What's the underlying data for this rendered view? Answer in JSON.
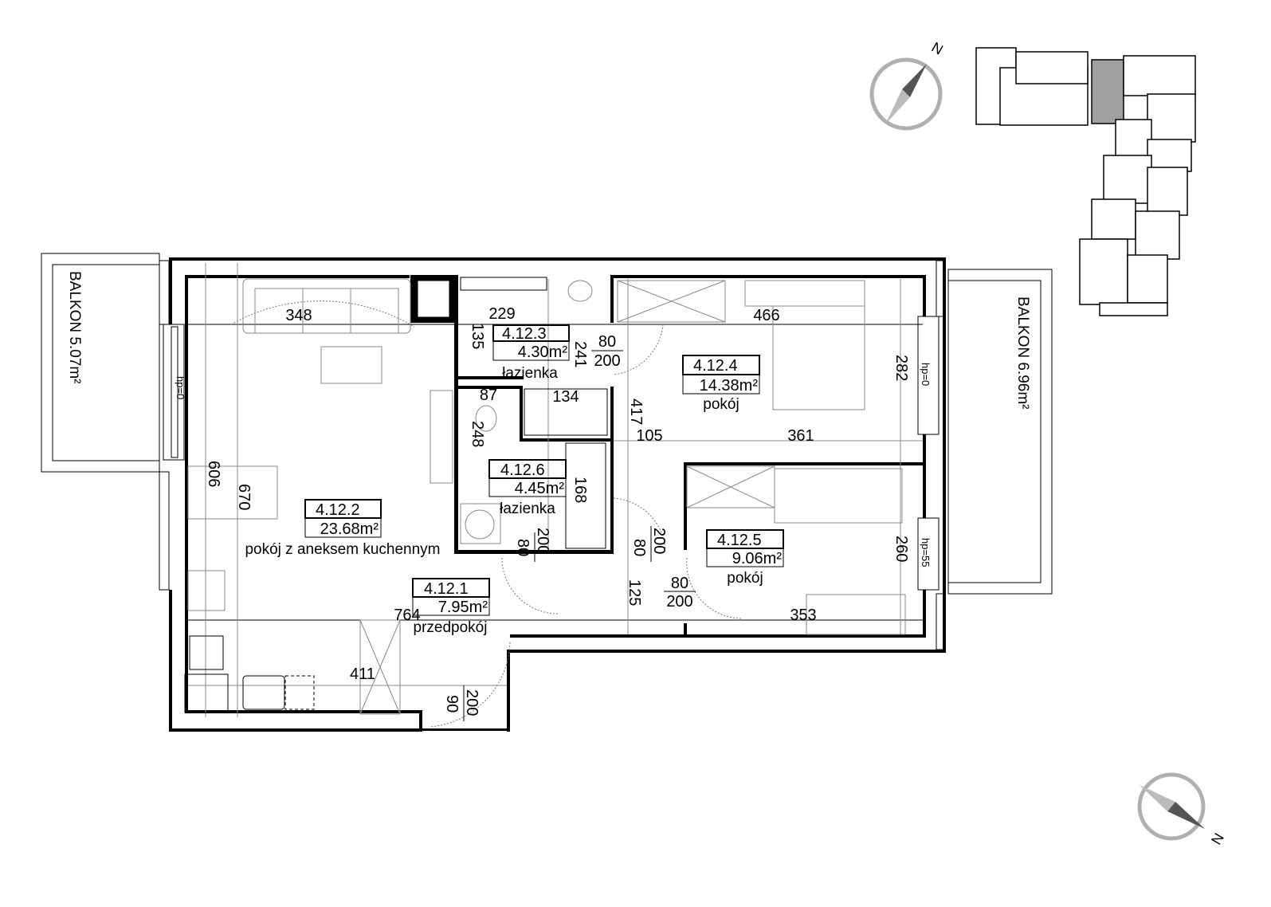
{
  "rooms": [
    {
      "id": "4.12.1",
      "area": "7.95m²",
      "name": "przedpokój"
    },
    {
      "id": "4.12.2",
      "area": "23.68m²",
      "name": "pokój z aneksem kuchennym"
    },
    {
      "id": "4.12.3",
      "area": "4.30m²",
      "name": "łazienka"
    },
    {
      "id": "4.12.4",
      "area": "14.38m²",
      "name": "pokój"
    },
    {
      "id": "4.12.5",
      "area": "9.06m²",
      "name": "pokój"
    },
    {
      "id": "4.12.6",
      "area": "4.45m²",
      "name": "łazienka"
    }
  ],
  "balconies": [
    {
      "label": "BALKON 5.07m²"
    },
    {
      "label": "BALKON 6.96m²"
    }
  ],
  "dimensions": {
    "d348": "348",
    "d229": "229",
    "d135": "135",
    "d241": "241",
    "d466": "466",
    "d282": "282",
    "d87": "87",
    "d134": "134",
    "d248": "248",
    "d417": "417",
    "d105": "105",
    "d361": "361",
    "d168": "168",
    "d606": "606",
    "d670": "670",
    "d260": "260",
    "d125": "125",
    "d764": "764",
    "d353": "353",
    "d411": "411"
  },
  "doors": [
    {
      "width": "80",
      "height": "200"
    },
    {
      "width": "80",
      "height": "200"
    },
    {
      "width": "80",
      "height": "200"
    },
    {
      "width": "80",
      "height": "200"
    },
    {
      "width": "90",
      "height": "200"
    }
  ],
  "sill_heights": [
    "hp=0",
    "hp=0",
    "hp=55"
  ],
  "compass": {
    "north_label": "N"
  },
  "colors": {
    "wall": "#000000",
    "keyplan_highlight": "#a0a0a0",
    "compass": "#b0b0b0"
  }
}
